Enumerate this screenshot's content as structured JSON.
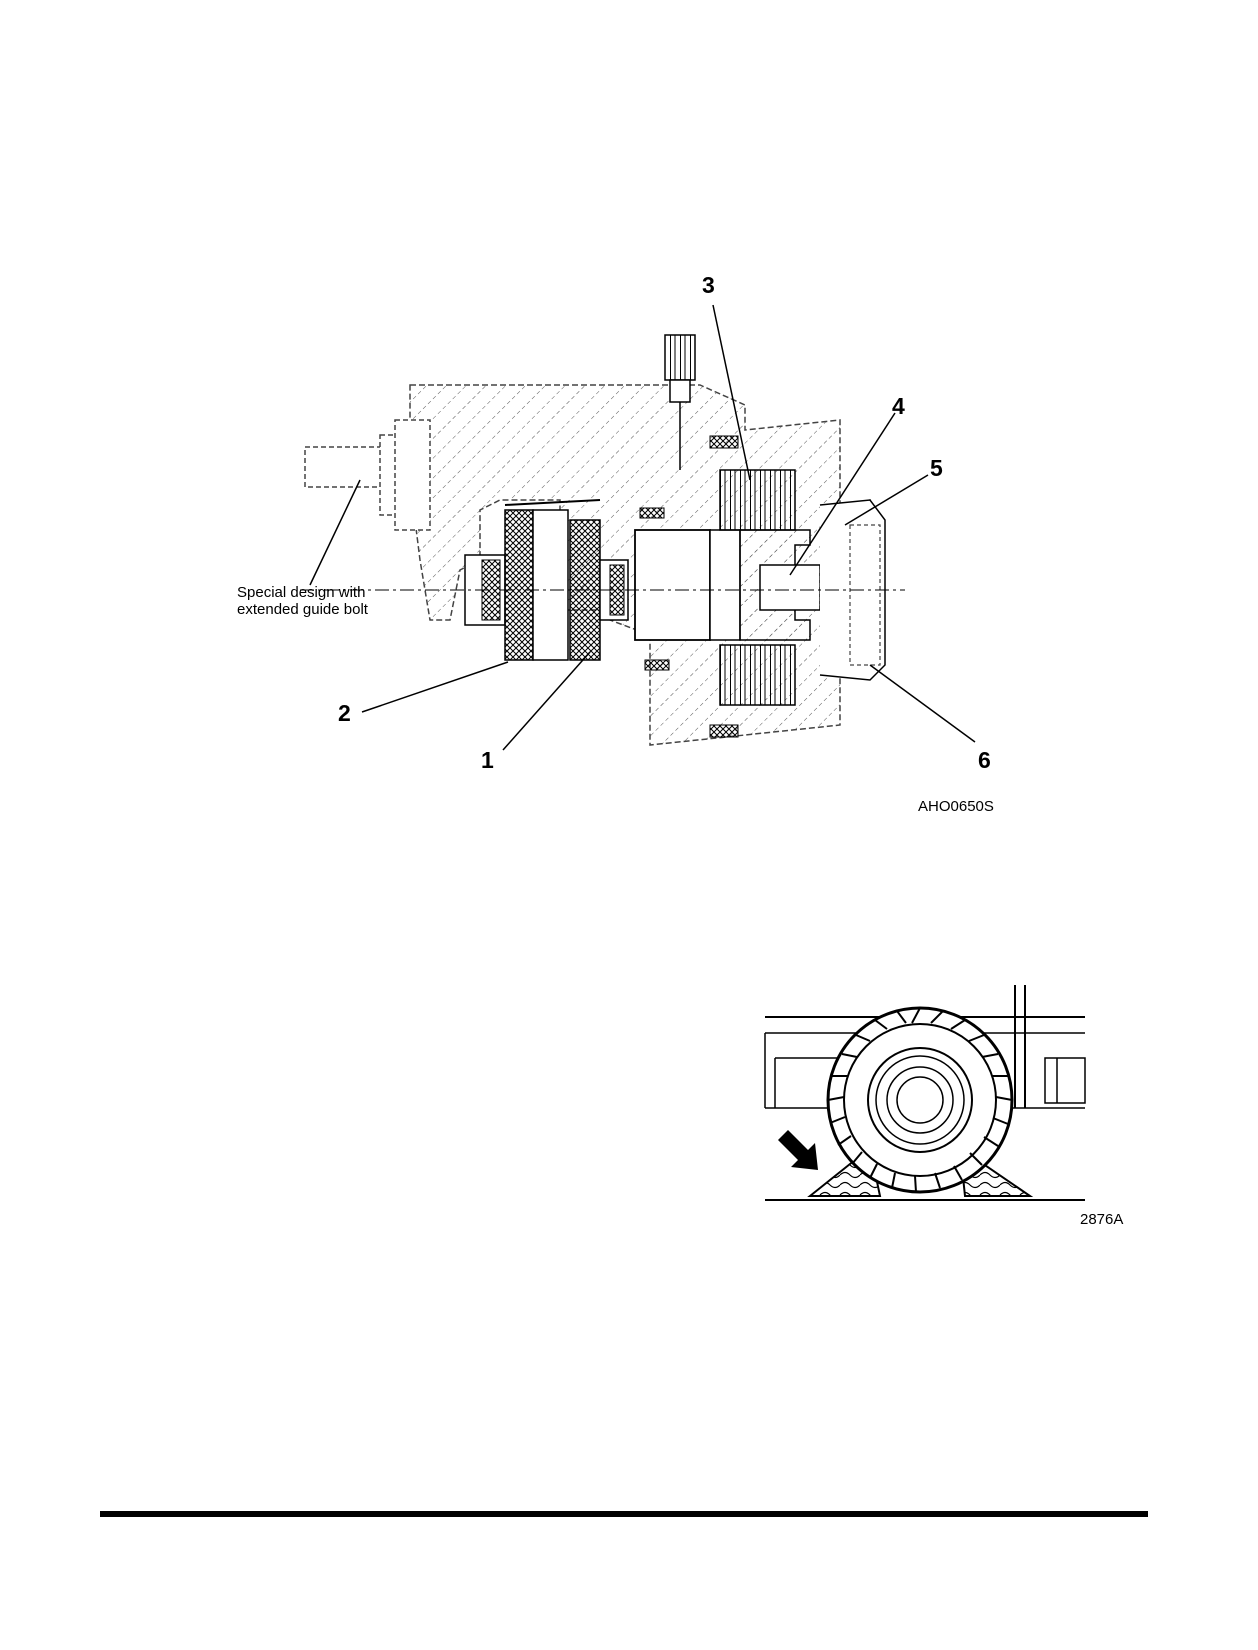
{
  "figure1": {
    "callouts": [
      "1",
      "2",
      "3",
      "4",
      "5",
      "6"
    ],
    "annotation_line1": "Special design with",
    "annotation_line2": "extended guide bolt",
    "figure_id": "AHO0650S"
  },
  "figure2": {
    "figure_id": "2876A",
    "arrow_icon": "arrow-down-right-icon"
  },
  "colors": {
    "line": "#000000",
    "background": "#ffffff"
  }
}
